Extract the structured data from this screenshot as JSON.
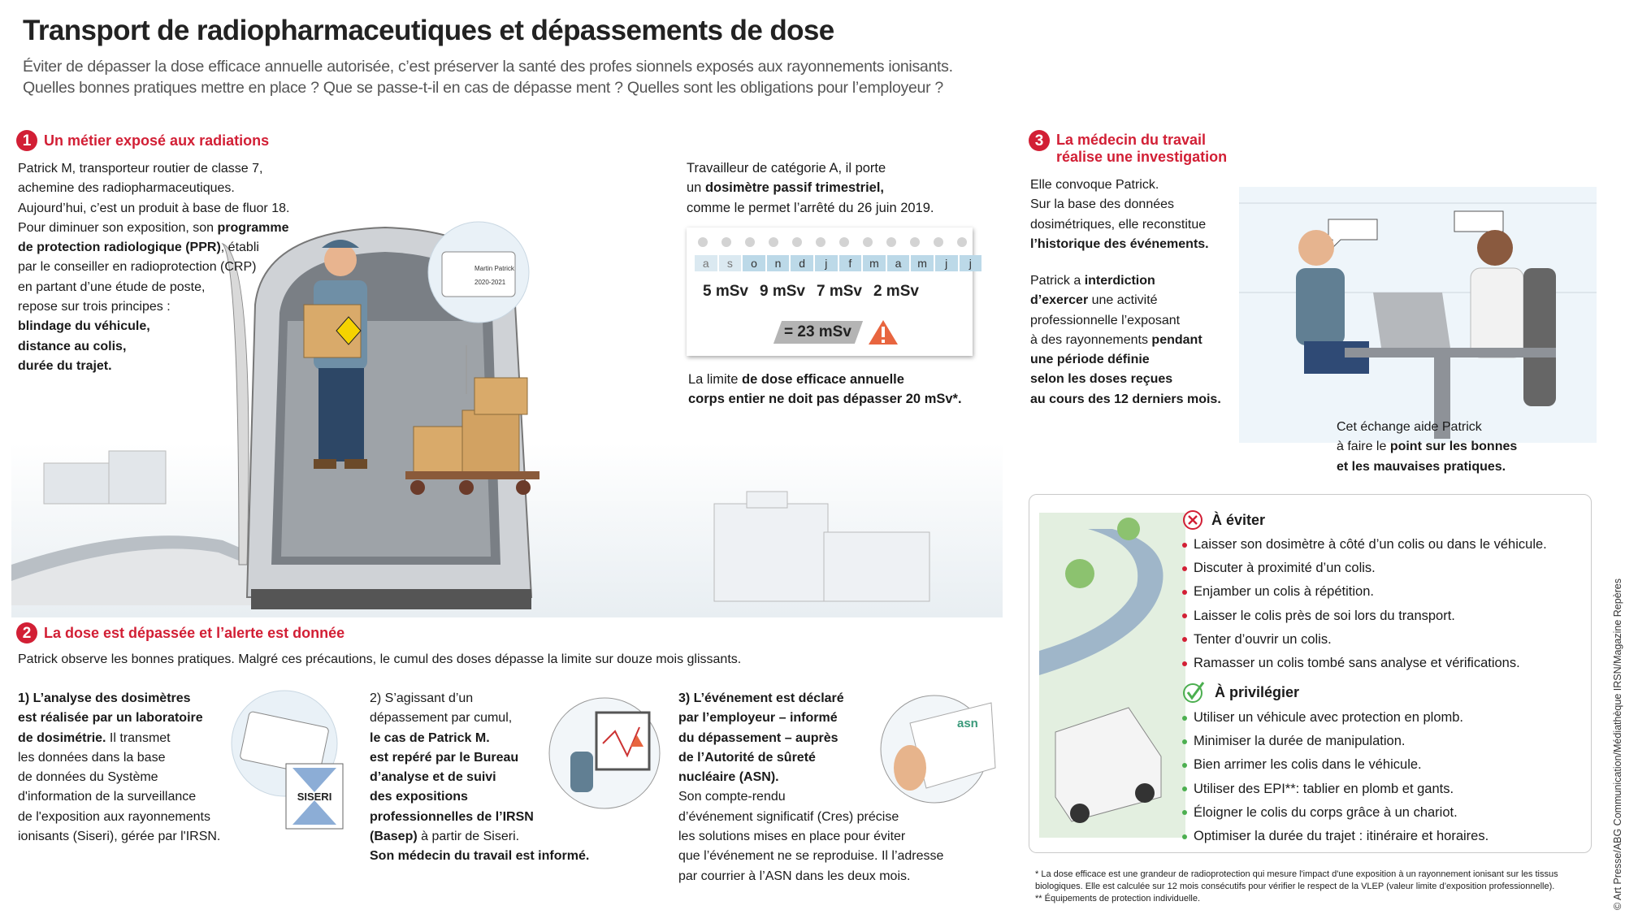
{
  "title": "Transport de radiopharmaceutiques et dépassements de dose",
  "subtitle": [
    "Éviter de dépasser la dose efficace annuelle autorisée, c’est préserver la santé des profes sionnels exposés aux rayonnements ionisants.",
    "Quelles bonnes pratiques mettre en place ? Que se passe-t-il en cas de dépasse ment ? Quelles sont les obligations pour l’employeur ?"
  ],
  "section1": {
    "number": "1",
    "heading": "Un métier exposé aux radiations",
    "body": [
      [
        [
          "Patrick M, transporteur routier de classe 7,",
          0
        ]
      ],
      [
        [
          "achemine des radiopharmaceutiques.",
          0
        ]
      ],
      [
        [
          "Aujourd’hui, c’est un produit à base de fluor 18.",
          0
        ]
      ],
      [
        [
          "Pour diminuer son exposition, son ",
          0
        ],
        [
          "programme",
          1
        ]
      ],
      [
        [
          "de protection radiologique (PPR)",
          1
        ],
        [
          ", établi",
          0
        ]
      ],
      [
        [
          "par le conseiller en radioprotection (CRP)",
          0
        ]
      ],
      [
        [
          "en partant d’une étude de poste,",
          0
        ]
      ],
      [
        [
          "repose sur trois principes :",
          0
        ]
      ],
      [
        [
          "blindage du véhicule,",
          1
        ]
      ],
      [
        [
          "distance au colis,",
          1
        ]
      ],
      [
        [
          "durée du trajet.",
          1
        ]
      ]
    ],
    "dosimeter_intro": [
      [
        [
          "Travailleur de catégorie A, il porte",
          0
        ]
      ],
      [
        [
          "un ",
          0
        ],
        [
          "dosimètre passif trimestriel,",
          1
        ]
      ],
      [
        [
          "comme le permet l’arrêté du 26 juin 2019.",
          0
        ]
      ]
    ],
    "badge": {
      "name": "Martin Patrick",
      "years": "2020-2021"
    },
    "months": [
      "a",
      "s",
      "o",
      "n",
      "d",
      "j",
      "f",
      "m",
      "a",
      "m",
      "j",
      "j"
    ],
    "doses": [
      "5 mSv",
      "9 mSv",
      "7 mSv",
      "2 mSv"
    ],
    "total": "= 23 mSv",
    "warning_icon": "warning-triangle",
    "limit_text": [
      [
        [
          "La limite ",
          0
        ],
        [
          "de dose efficace annuelle",
          1
        ]
      ],
      [
        [
          "corps entier ne doit pas dépasser 20 mSv*.",
          1
        ]
      ]
    ]
  },
  "section2": {
    "number": "2",
    "heading": "La dose est dépassée et l’alerte est donnée",
    "intro": "Patrick observe les bonnes pratiques. Malgré ces précautions, le cumul des doses dépasse la limite sur douze mois glissants.",
    "steps": [
      [
        [
          [
            "1) L’analyse des dosimètres",
            1
          ]
        ],
        [
          [
            "est réalisée par un laboratoire",
            1
          ]
        ],
        [
          [
            "de dosimétrie.",
            1
          ],
          [
            " Il transmet",
            0
          ]
        ],
        [
          [
            "les données dans la base",
            0
          ]
        ],
        [
          [
            "de données du Système",
            0
          ]
        ],
        [
          [
            "d'information de la surveillance",
            0
          ]
        ],
        [
          [
            "de l'exposition aux rayonnements",
            0
          ]
        ],
        [
          [
            "ionisants (Siseri), gérée par l'IRSN.",
            0
          ]
        ]
      ],
      [
        [
          [
            "2) S’agissant d’un",
            0
          ]
        ],
        [
          [
            "dépassement par cumul,",
            0
          ]
        ],
        [
          [
            "le cas de Patrick M.",
            1
          ]
        ],
        [
          [
            "est repéré par le Bureau",
            1
          ]
        ],
        [
          [
            "d’analyse et de suivi",
            1
          ]
        ],
        [
          [
            "des expositions",
            1
          ]
        ],
        [
          [
            "professionnelles de l’IRSN",
            1
          ]
        ],
        [
          [
            "(Basep)",
            1
          ],
          [
            " à partir de Siseri.",
            0
          ]
        ],
        [
          [
            "Son médecin du travail est informé.",
            1
          ]
        ]
      ],
      [
        [
          [
            "3) L’événement est déclaré",
            1
          ]
        ],
        [
          [
            "par l’employeur – informé",
            1
          ]
        ],
        [
          [
            "du dépassement – auprès",
            1
          ]
        ],
        [
          [
            "de l’Autorité de sûreté",
            1
          ]
        ],
        [
          [
            "nucléaire (ASN).",
            1
          ]
        ],
        [
          [
            "Son compte-rendu",
            0
          ]
        ],
        [
          [
            "d’événement significatif (Cres) précise",
            0
          ]
        ],
        [
          [
            "les solutions mises en place pour éviter",
            0
          ]
        ],
        [
          [
            "que l’événement ne se reproduise. Il l’adresse",
            0
          ]
        ],
        [
          [
            "par courrier à l’ASN dans les deux mois.",
            0
          ]
        ]
      ]
    ],
    "siseri_label": "SISERI",
    "asn_label": "asn"
  },
  "section3": {
    "number": "3",
    "heading": [
      "La médecin du travail",
      "réalise une investigation"
    ],
    "body1": [
      [
        [
          "Elle convoque Patrick.",
          0
        ]
      ],
      [
        [
          "Sur la base des données",
          0
        ]
      ],
      [
        [
          "dosimétriques, elle reconstitue",
          0
        ]
      ],
      [
        [
          "l’historique des événements.",
          1
        ]
      ]
    ],
    "body2": [
      [
        [
          "Patrick a ",
          0
        ],
        [
          "interdiction",
          1
        ]
      ],
      [
        [
          "d’exercer",
          1
        ],
        [
          " une activité",
          0
        ]
      ],
      [
        [
          "professionnelle l’exposant",
          0
        ]
      ],
      [
        [
          "à des rayonnements ",
          0
        ],
        [
          "pendant",
          1
        ]
      ],
      [
        [
          "une période définie",
          1
        ]
      ],
      [
        [
          "selon les doses reçues",
          1
        ]
      ],
      [
        [
          "au cours des 12 derniers mois.",
          1
        ]
      ]
    ],
    "caption": [
      [
        [
          "Cet échange aide Patrick",
          0
        ]
      ],
      [
        [
          "à faire le ",
          0
        ],
        [
          "point sur les bonnes",
          1
        ]
      ],
      [
        [
          "et les mauvaises pratiques.",
          1
        ]
      ]
    ]
  },
  "practices": {
    "avoid_heading": "À éviter",
    "avoid": [
      "Laisser son dosimètre à côté d’un colis ou dans le véhicule.",
      "Discuter à proximité d’un colis.",
      "Enjamber un colis à répétition.",
      "Laisser le colis près de soi lors du transport.",
      "Tenter d’ouvrir un colis.",
      "Ramasser un colis tombé sans analyse et vérifications."
    ],
    "prefer_heading": "À privilégier",
    "prefer": [
      "Utiliser un véhicule avec protection en plomb.",
      "Minimiser la durée de manipulation.",
      "Bien arrimer les colis dans le véhicule.",
      "Utiliser des EPI**: tablier en plomb et gants.",
      "Éloigner le colis du corps grâce à un chariot.",
      "Optimiser la durée du trajet : itinéraire et horaires."
    ]
  },
  "footnotes": [
    "* La dose efficace est une grandeur de radioprotection qui mesure l'impact d'une exposition à un rayonnement ionisant sur les tissus",
    "biologiques. Elle est calculée sur 12 mois consécutifs pour vérifier le respect de la VLEP (valeur limite d’exposition professionnelle).",
    "** Équipements de protection individuelle."
  ],
  "copyright": "© Art Presse/ABG Communication/Médiathèque IRSN/Magazine Repères",
  "colors": {
    "accent": "#d21f35",
    "good": "#4caf50",
    "sky": "#bcd9e8"
  }
}
